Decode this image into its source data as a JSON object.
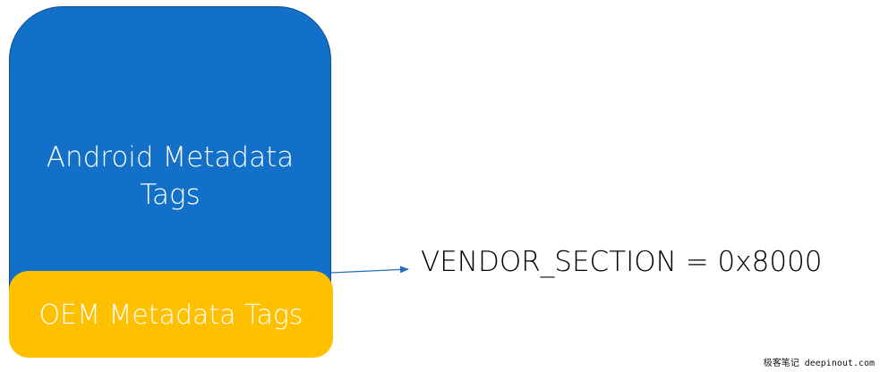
{
  "diagram": {
    "android_block": {
      "label_line1": "Android Metadata",
      "label_line2": "Tags",
      "color": "#1270c9"
    },
    "oem_block": {
      "label": "OEM Metadata Tags",
      "color": "#ffc000"
    },
    "vendor_section": {
      "label": "VENDOR_SECTION = 0x8000"
    },
    "arrow_color": "#1f6fc0"
  },
  "watermark": {
    "text": "极客笔记 deepinout.com"
  }
}
